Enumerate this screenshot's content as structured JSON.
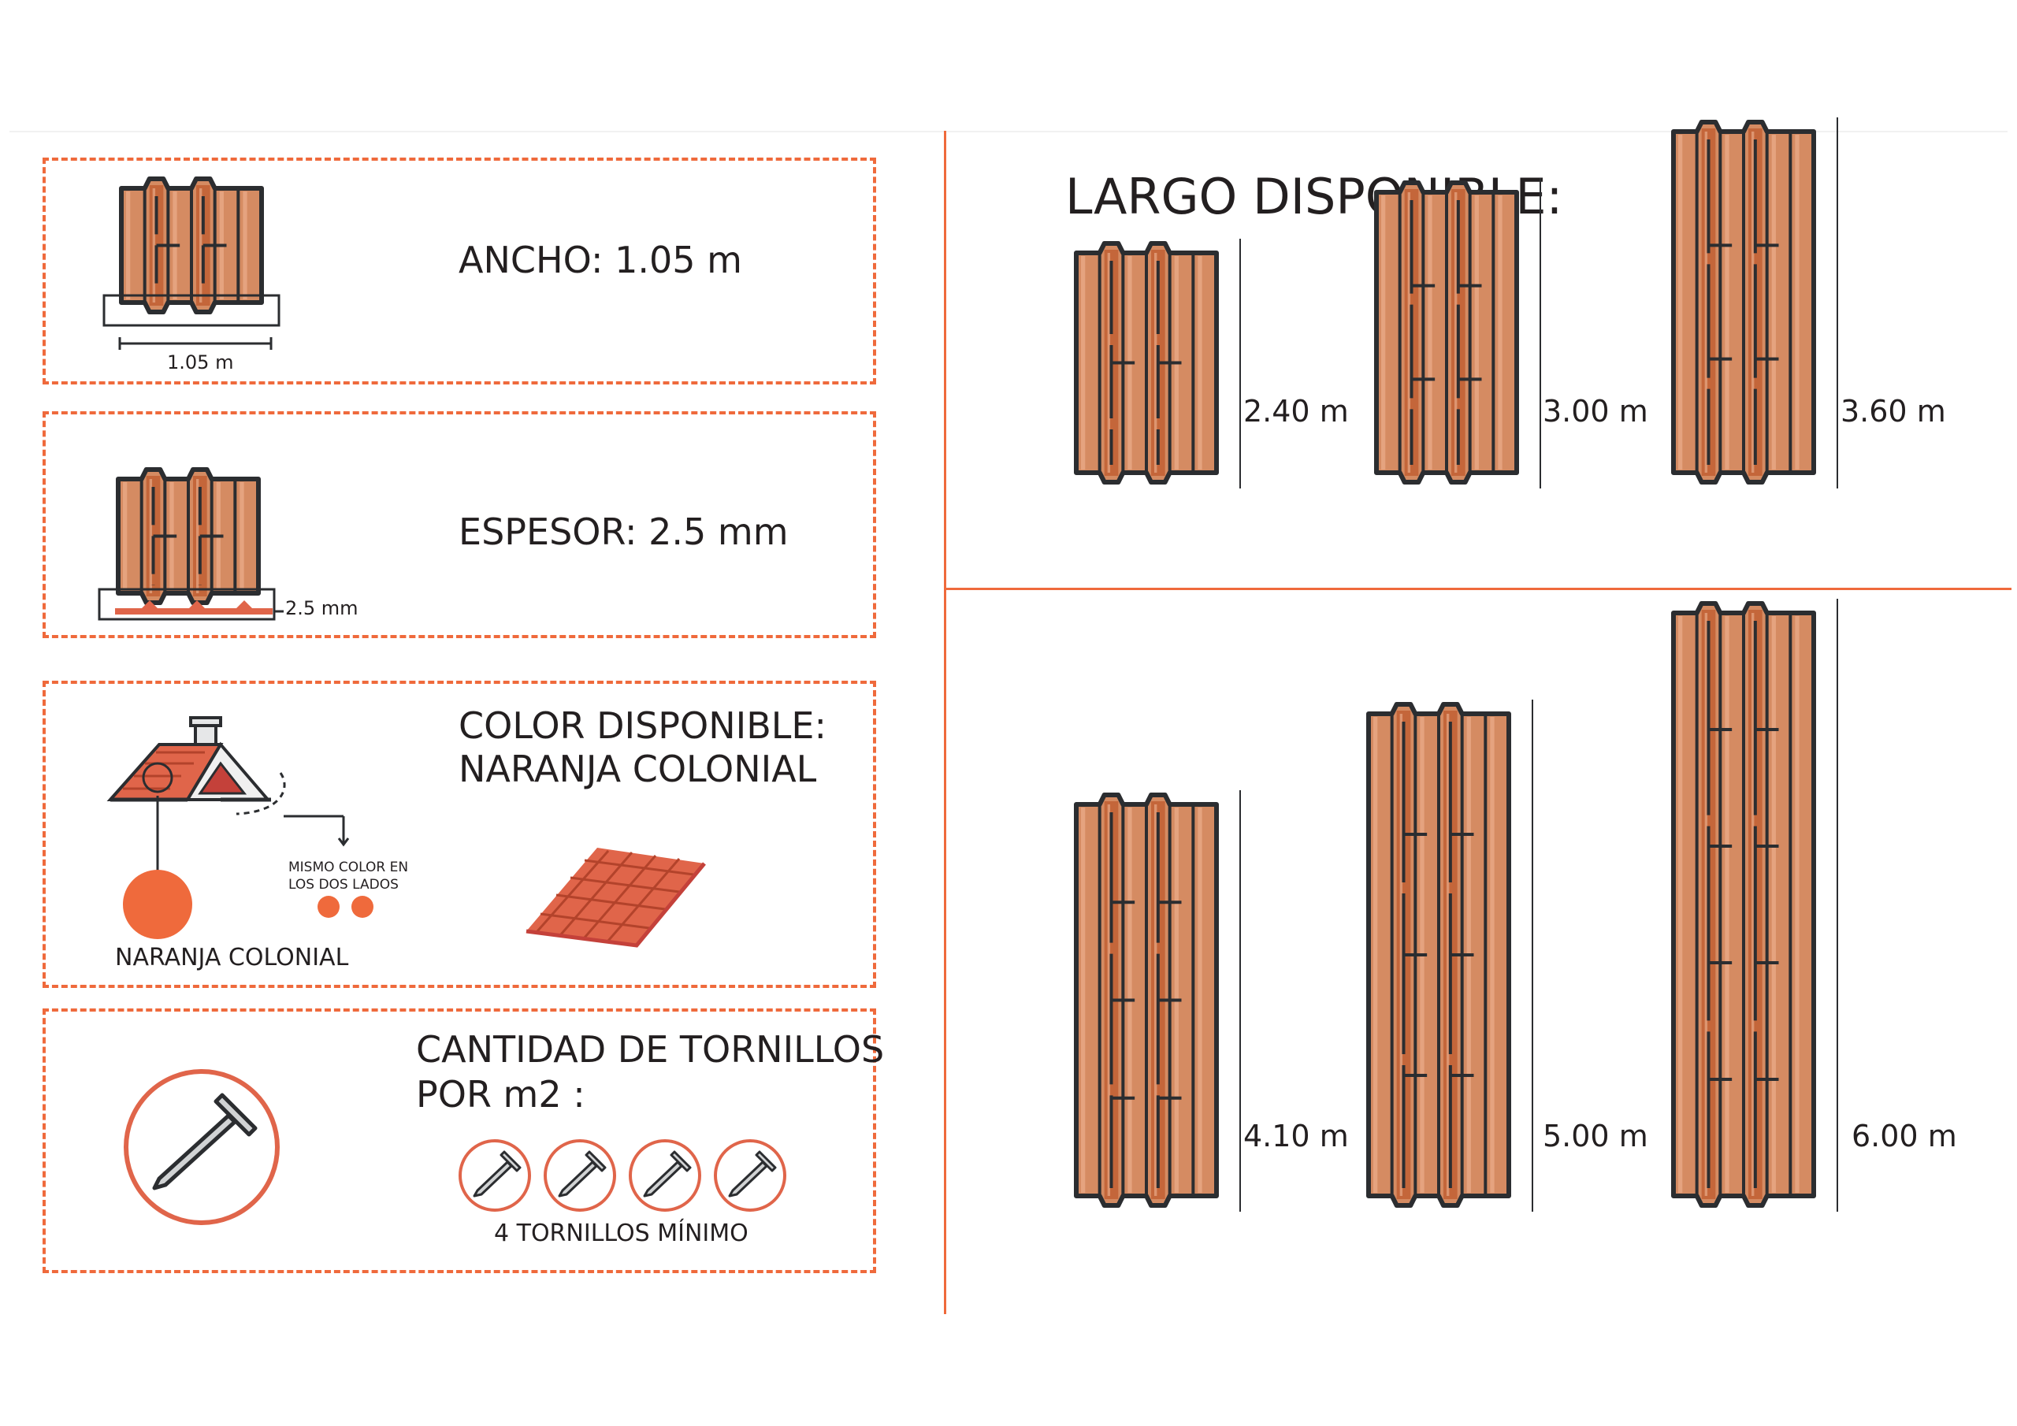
{
  "colors": {
    "accent": "#ef6a3c",
    "dark": "#2b2d30",
    "sheet_light": "#d58b62",
    "sheet_mid": "#c4663a",
    "sheet_hi": "#e8a987",
    "roof": "#e0654a",
    "swatch": "#ef6a3c"
  },
  "width_panel": {
    "title": "ANCHO: 1.05 m",
    "dimension": "1.05 m"
  },
  "thickness_panel": {
    "title": "ESPESOR: 2.5 mm",
    "dimension": "2.5 mm"
  },
  "color_panel": {
    "title_line1": "COLOR DISPONIBLE:",
    "title_line2": "NARANJA COLONIAL",
    "both_sides_line1": "MISMO COLOR EN",
    "both_sides_line2": "LOS DOS LADOS",
    "swatch_label": "NARANJA COLONIAL"
  },
  "screws_panel": {
    "title_line1": "CANTIDAD DE TORNILLOS",
    "title_line2": "POR m2 :",
    "minimum": "4 TORNILLOS MÍNIMO"
  },
  "lengths": {
    "title": "LARGO DISPONIBLE:",
    "items": [
      {
        "label": "2.40 m",
        "value_m": 2.4
      },
      {
        "label": "3.00 m",
        "value_m": 3.0
      },
      {
        "label": "3.60 m",
        "value_m": 3.6
      },
      {
        "label": "4.10 m",
        "value_m": 4.1
      },
      {
        "label": "5.00 m",
        "value_m": 5.0
      },
      {
        "label": "6.00 m",
        "value_m": 6.0
      }
    ]
  }
}
